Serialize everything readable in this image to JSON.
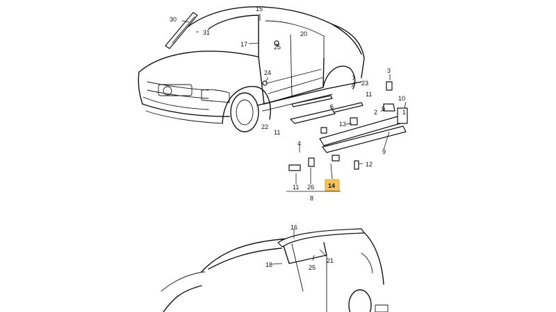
{
  "diagram": {
    "callouts": [
      {
        "id": "c30",
        "text": "30"
      },
      {
        "id": "c31",
        "text": "31"
      },
      {
        "id": "c15",
        "text": "15"
      },
      {
        "id": "c20",
        "text": "20"
      },
      {
        "id": "c17",
        "text": "17"
      },
      {
        "id": "c25a",
        "text": "25"
      },
      {
        "id": "c24",
        "text": "24"
      },
      {
        "id": "c7",
        "text": "7"
      },
      {
        "id": "c3",
        "text": "3"
      },
      {
        "id": "c23",
        "text": "23"
      },
      {
        "id": "c11a",
        "text": "11"
      },
      {
        "id": "c6",
        "text": "6"
      },
      {
        "id": "c10",
        "text": "10"
      },
      {
        "id": "c1",
        "text": "1"
      },
      {
        "id": "c2",
        "text": "2"
      },
      {
        "id": "c5",
        "text": "5"
      },
      {
        "id": "c13",
        "text": "13"
      },
      {
        "id": "c22",
        "text": "22"
      },
      {
        "id": "c11b",
        "text": "11"
      },
      {
        "id": "c4",
        "text": "4"
      },
      {
        "id": "c9",
        "text": "9"
      },
      {
        "id": "c12",
        "text": "12"
      },
      {
        "id": "c11c",
        "text": "11"
      },
      {
        "id": "c26",
        "text": "26"
      },
      {
        "id": "c8",
        "text": "8"
      },
      {
        "id": "c16",
        "text": "16"
      },
      {
        "id": "c18",
        "text": "18"
      },
      {
        "id": "c25b",
        "text": "25"
      },
      {
        "id": "c21",
        "text": "21"
      }
    ],
    "highlight": {
      "text": "14",
      "color": "#f6c35a"
    }
  }
}
